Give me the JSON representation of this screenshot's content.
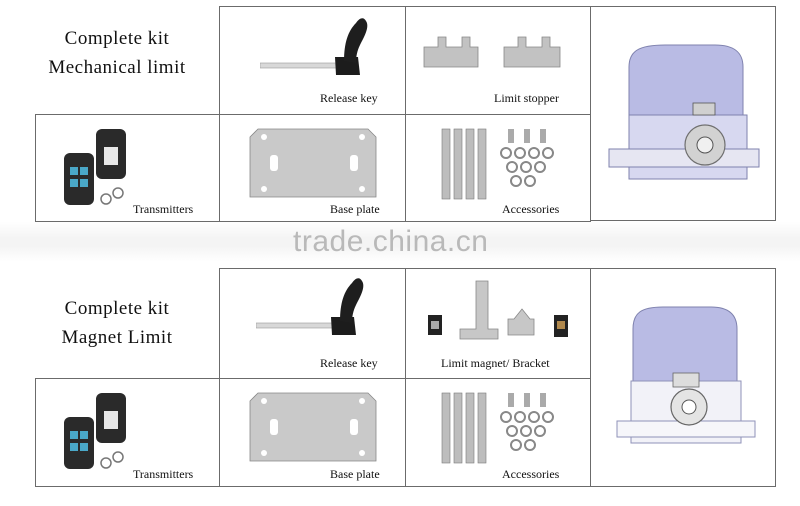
{
  "kit1": {
    "title_line1": "Complete kit",
    "title_line2": "Mechanical  limit",
    "release_key": "Release key",
    "limit_stopper": "Limit stopper",
    "transmitters": "Transmitters",
    "base_plate": "Base plate",
    "accessories": "Accessories"
  },
  "kit2": {
    "title_line1": "Complete kit",
    "title_line2": "Magnet  Limit",
    "release_key": "Release key",
    "limit_magnet": "Limit magnet/ Bracket",
    "transmitters": "Transmitters",
    "base_plate": "Base plate",
    "accessories": "Accessories"
  },
  "watermark": "trade.china.cn",
  "colors": {
    "motor_body": "#b9bbe4",
    "metal": "#c9c9c9",
    "remote": "#2a2a2a"
  }
}
